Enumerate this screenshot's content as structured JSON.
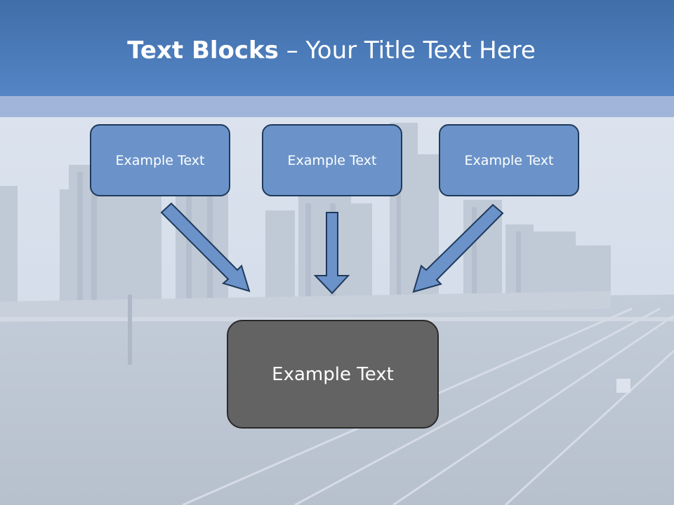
{
  "slide": {
    "title_bold": "Text Blocks",
    "title_dash": " – ",
    "title_rest": "Your Title Text Here",
    "top_boxes": [
      {
        "text": "Example Text"
      },
      {
        "text": "Example Text"
      },
      {
        "text": "Example Text"
      }
    ],
    "main_box": {
      "text": "Example Text"
    }
  },
  "colors": {
    "header": "#4a7bbd",
    "box_fill": "#6b93c9",
    "box_border": "#1f3a5a",
    "main_box_fill": "#636363"
  },
  "icons": [
    "arrow-down-right-icon",
    "arrow-down-icon",
    "arrow-down-left-icon"
  ]
}
